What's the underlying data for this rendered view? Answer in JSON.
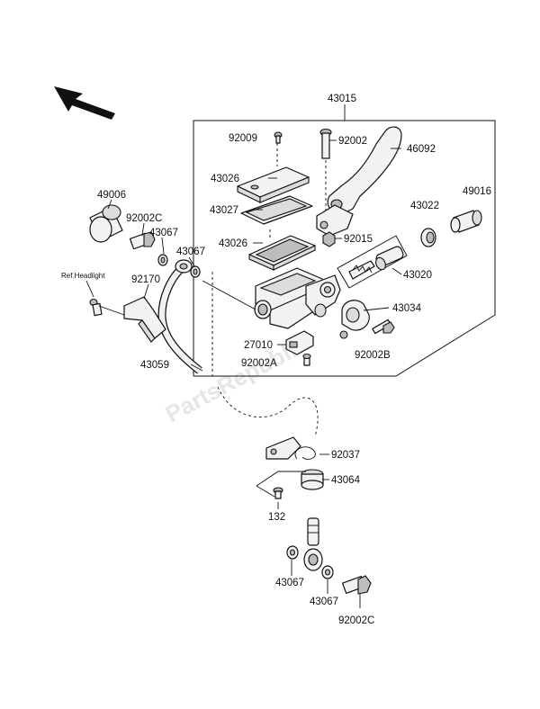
{
  "diagram": {
    "watermark": "PartsRepublik",
    "ref_note": "Ref.Headlight",
    "labels": {
      "p43015": "43015",
      "p92009": "92009",
      "p92002": "92002",
      "p46092": "46092",
      "p43026a": "43026",
      "p43027": "43027",
      "p43022": "43022",
      "p49016": "49016",
      "p43026b": "43026",
      "p92015": "92015",
      "p43020": "43020",
      "p43034": "43034",
      "p27010": "27010",
      "p92002a": "92002A",
      "p92002b": "92002B",
      "p49006": "49006",
      "p92002c_top": "92002C",
      "p43067_a": "43067",
      "p43067_b": "43067",
      "p92170": "92170",
      "p43059": "43059",
      "p92037": "92037",
      "p43064": "43064",
      "p132": "132",
      "p43067_c": "43067",
      "p43067_d": "43067",
      "p92002c_bottom": "92002C"
    }
  }
}
